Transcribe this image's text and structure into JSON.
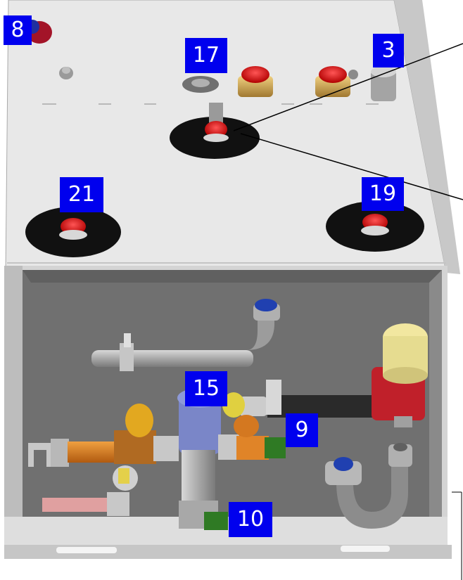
{
  "callouts": [
    {
      "id": "c8",
      "text": "8"
    },
    {
      "id": "c17",
      "text": "17"
    },
    {
      "id": "c3",
      "text": "3"
    },
    {
      "id": "c21",
      "text": "21"
    },
    {
      "id": "c19",
      "text": "19"
    },
    {
      "id": "c15",
      "text": "15"
    },
    {
      "id": "c9",
      "text": "9"
    },
    {
      "id": "c10",
      "text": "10"
    }
  ],
  "colors": {
    "label_bg": "#0000ee",
    "label_text": "#ffffff",
    "panel": "#e6e6e6",
    "interior": "#6f6f6f"
  }
}
